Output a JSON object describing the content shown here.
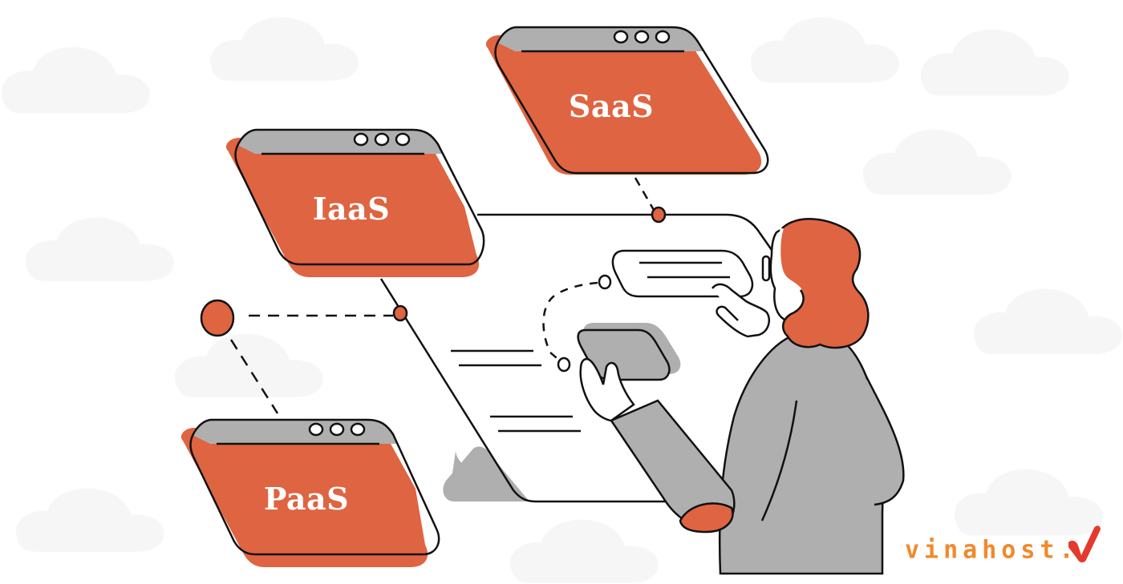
{
  "illustration": {
    "theme": "cloud service models",
    "colors": {
      "accent": "#DF6441",
      "gray": "#B0AFB0",
      "outline": "#111111",
      "cloud": "#F6F6F6",
      "background": "#FFFFFF"
    }
  },
  "windows": [
    {
      "label": "SaaS",
      "name": "saas-window"
    },
    {
      "label": "IaaS",
      "name": "iaas-window"
    },
    {
      "label": "PaaS",
      "name": "paas-window"
    }
  ],
  "brand": {
    "text": "vinahost.",
    "text_color": "#F08A2E",
    "check_color": "#E43A2D"
  }
}
